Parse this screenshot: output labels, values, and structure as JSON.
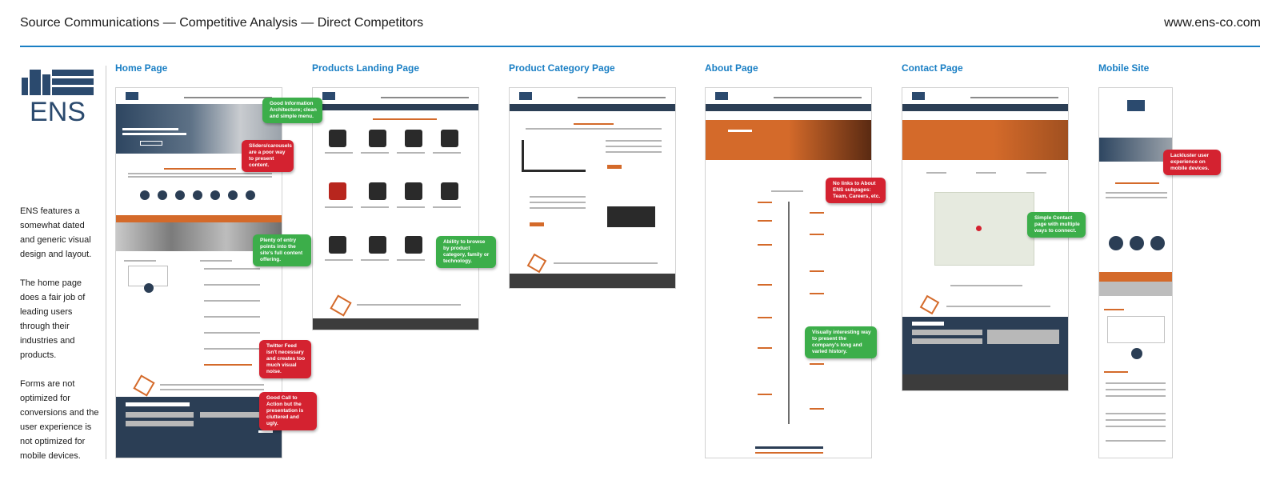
{
  "header": {
    "title": "Source Communications — Competitive Analysis — Direct Competitors",
    "url": "www.ens-co.com"
  },
  "logo": {
    "text": "ENS"
  },
  "notes": [
    "ENS features a somewhat dated and generic visual design and layout.",
    "The home page does a fair job of leading users through their industries and products.",
    "Forms are not optimized for conversions and the user experience is not optimized for mobile devices."
  ],
  "columns": [
    {
      "title": "Home Page"
    },
    {
      "title": "Products Landing Page"
    },
    {
      "title": "Product Category Page"
    },
    {
      "title": "About Page"
    },
    {
      "title": "Contact Page"
    },
    {
      "title": "Mobile Site"
    }
  ],
  "callouts": {
    "home": [
      {
        "text": "Good Information Architecture; clean and simple menu.",
        "type": "positive"
      },
      {
        "text": "Sliders/carousels are a poor way to present content.",
        "type": "negative"
      },
      {
        "text": "Plenty of entry points into the site's full content offering.",
        "type": "positive"
      },
      {
        "text": "Twitter Feed isn't necessary and creates too much visual noise.",
        "type": "negative"
      },
      {
        "text": "Good Call to Action but the presentation is cluttered and ugly.",
        "type": "negative"
      }
    ],
    "products": [
      {
        "text": "Ability to browse by product category, family or technology.",
        "type": "positive"
      }
    ],
    "about": [
      {
        "text": "No links to About ENS subpages: Team, Careers, etc.",
        "type": "negative"
      },
      {
        "text": "Visually interesting way to present the company's long and varied history.",
        "type": "positive"
      }
    ],
    "contact": [
      {
        "text": "Simple Contact page with multiple ways to connect.",
        "type": "positive"
      }
    ],
    "mobile": [
      {
        "text": "Lackluster user experience on mobile devices.",
        "type": "negative"
      }
    ]
  },
  "colors": {
    "accent_blue": "#1a7fc4",
    "positive_green": "#3cae4a",
    "negative_red": "#d42230",
    "ens_navy": "#2b4a6e",
    "ens_orange": "#d46a2a"
  }
}
